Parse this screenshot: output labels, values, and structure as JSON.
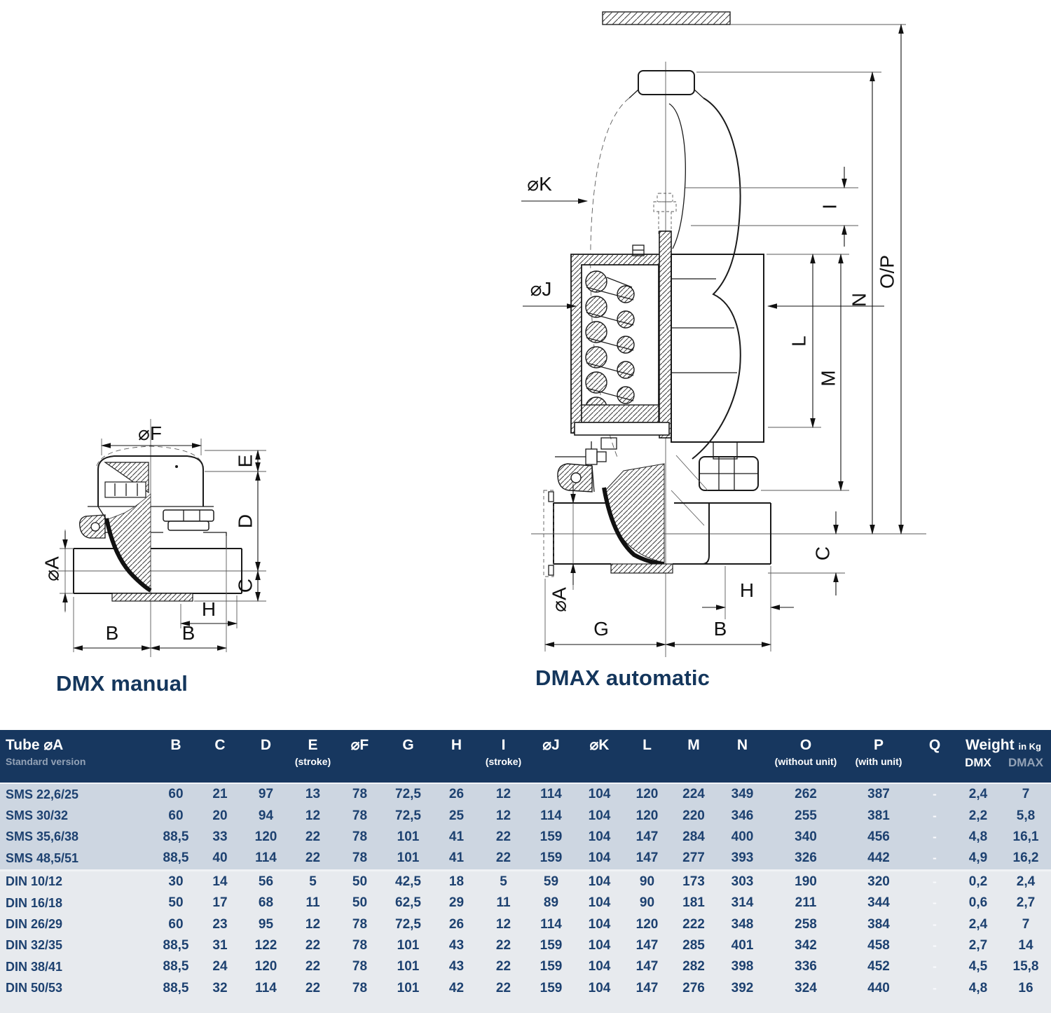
{
  "captions": {
    "dmx": "DMX manual",
    "dmax": "DMAX automatic"
  },
  "dmx_labels": {
    "f": "⌀F",
    "e": "E",
    "d": "D",
    "a": "⌀A",
    "c": "C",
    "h": "H",
    "b1": "B",
    "b2": "B"
  },
  "dmax_labels": {
    "k": "⌀K",
    "i": "I",
    "op": "O/P",
    "n": "N",
    "j": "⌀J",
    "l": "L",
    "m": "M",
    "c": "C",
    "a": "⌀A",
    "h": "H",
    "g": "G",
    "b": "B"
  },
  "colors": {
    "header_navy": "#17375f",
    "sms_band": "#cdd6e1",
    "din_band": "#e7eaee",
    "text_navy": "#1d4170",
    "caption_navy": "#14365c"
  },
  "table": {
    "header": {
      "col1_title": "Tube ⌀A",
      "col1_sub": "Standard version",
      "columns": [
        {
          "label": "B",
          "sub": ""
        },
        {
          "label": "C",
          "sub": ""
        },
        {
          "label": "D",
          "sub": ""
        },
        {
          "label": "E",
          "sub": "(stroke)"
        },
        {
          "label": "⌀F",
          "sub": ""
        },
        {
          "label": "G",
          "sub": ""
        },
        {
          "label": "H",
          "sub": ""
        },
        {
          "label": "I",
          "sub": "(stroke)"
        },
        {
          "label": "⌀J",
          "sub": ""
        },
        {
          "label": "⌀K",
          "sub": ""
        },
        {
          "label": "L",
          "sub": ""
        },
        {
          "label": "M",
          "sub": ""
        },
        {
          "label": "N",
          "sub": ""
        },
        {
          "label": "O",
          "sub": "(without unit)"
        },
        {
          "label": "P",
          "sub": "(with unit)"
        },
        {
          "label": "Q",
          "sub": ""
        }
      ],
      "weight_label": "Weight",
      "weight_unit": "in Kg",
      "weight_sub_dmx": "DMX",
      "weight_sub_dmax": "DMAX"
    },
    "groups": [
      {
        "cls": "g-sms",
        "rows": [
          [
            "SMS 22,6/25",
            "60",
            "21",
            "97",
            "13",
            "78",
            "72,5",
            "26",
            "12",
            "114",
            "104",
            "120",
            "224",
            "349",
            "262",
            "387",
            "-",
            "2,4",
            "7"
          ],
          [
            "SMS 30/32",
            "60",
            "20",
            "94",
            "12",
            "78",
            "72,5",
            "25",
            "12",
            "114",
            "104",
            "120",
            "220",
            "346",
            "255",
            "381",
            "-",
            "2,2",
            "5,8"
          ],
          [
            "SMS 35,6/38",
            "88,5",
            "33",
            "120",
            "22",
            "78",
            "101",
            "41",
            "22",
            "159",
            "104",
            "147",
            "284",
            "400",
            "340",
            "456",
            "-",
            "4,8",
            "16,1"
          ],
          [
            "SMS 48,5/51",
            "88,5",
            "40",
            "114",
            "22",
            "78",
            "101",
            "41",
            "22",
            "159",
            "104",
            "147",
            "277",
            "393",
            "326",
            "442",
            "-",
            "4,9",
            "16,2"
          ]
        ]
      },
      {
        "cls": "g-din",
        "rows": [
          [
            "DIN 10/12",
            "30",
            "14",
            "56",
            "5",
            "50",
            "42,5",
            "18",
            "5",
            "59",
            "104",
            "90",
            "173",
            "303",
            "190",
            "320",
            "-",
            "0,2",
            "2,4"
          ],
          [
            "DIN 16/18",
            "50",
            "17",
            "68",
            "11",
            "50",
            "62,5",
            "29",
            "11",
            "89",
            "104",
            "90",
            "181",
            "314",
            "211",
            "344",
            "-",
            "0,6",
            "2,7"
          ],
          [
            "DIN 26/29",
            "60",
            "23",
            "95",
            "12",
            "78",
            "72,5",
            "26",
            "12",
            "114",
            "104",
            "120",
            "222",
            "348",
            "258",
            "384",
            "-",
            "2,4",
            "7"
          ],
          [
            "DIN 32/35",
            "88,5",
            "31",
            "122",
            "22",
            "78",
            "101",
            "43",
            "22",
            "159",
            "104",
            "147",
            "285",
            "401",
            "342",
            "458",
            "-",
            "2,7",
            "14"
          ],
          [
            "DIN 38/41",
            "88,5",
            "24",
            "120",
            "22",
            "78",
            "101",
            "43",
            "22",
            "159",
            "104",
            "147",
            "282",
            "398",
            "336",
            "452",
            "-",
            "4,5",
            "15,8"
          ],
          [
            "DIN 50/53",
            "88,5",
            "32",
            "114",
            "22",
            "78",
            "101",
            "42",
            "22",
            "159",
            "104",
            "147",
            "276",
            "392",
            "324",
            "440",
            "-",
            "4,8",
            "16"
          ]
        ]
      }
    ]
  }
}
